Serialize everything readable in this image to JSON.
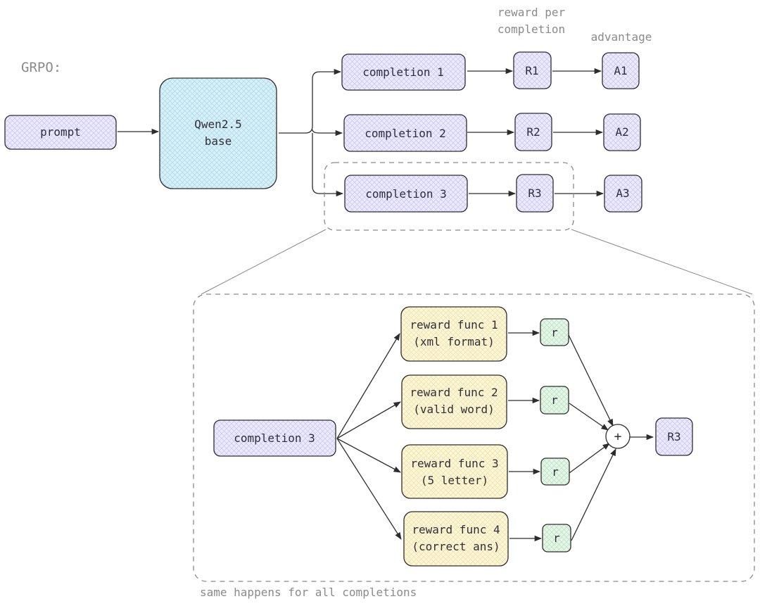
{
  "title": "GRPO:",
  "labels": {
    "reward_per_completion": [
      "reward per",
      "completion"
    ],
    "advantage": "advantage",
    "footnote": "same happens for all completions"
  },
  "nodes": {
    "prompt": "prompt",
    "model": [
      "Qwen2.5",
      "base"
    ],
    "completion_1": "completion 1",
    "completion_2": "completion 2",
    "completion_3": "completion 3",
    "r1": "R1",
    "r2": "R2",
    "r3": "R3",
    "a1": "A1",
    "a2": "A2",
    "a3": "A3"
  },
  "detail": {
    "completion": "completion 3",
    "reward_funcs": [
      [
        "reward func 1",
        "(xml format)"
      ],
      [
        "reward func 2",
        "(valid word)"
      ],
      [
        "reward func 3",
        "(5 letter)"
      ],
      [
        "reward func 4",
        "(correct ans)"
      ]
    ],
    "reward_symbol": "r",
    "sum_symbol": "+",
    "total": "R3"
  },
  "colors": {
    "purple_fill": "#eceaff",
    "blue_fill": "#d8f0f8",
    "yellow_fill": "#fdf6d8",
    "green_fill": "#e6f6e8",
    "stroke": "#2d2d2d",
    "muted": "#8a8a8a"
  }
}
